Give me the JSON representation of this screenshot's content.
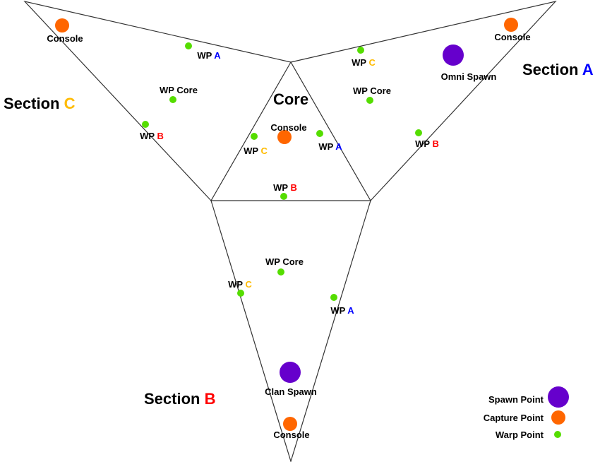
{
  "colors": {
    "section_a": "#0000ff",
    "section_b": "#ff0000",
    "section_c": "#ffbb00",
    "spawn": "#6600cc",
    "capture": "#ff6600",
    "warp": "#55dd00"
  },
  "sections": {
    "a": {
      "word": "Section",
      "letter": "A"
    },
    "b": {
      "word": "Section",
      "letter": "B"
    },
    "c": {
      "word": "Section",
      "letter": "C"
    },
    "core": "Core"
  },
  "labels": {
    "wp": "WP",
    "a": "A",
    "b": "B",
    "c": "C",
    "wp_core": "WP Core",
    "console": "Console",
    "omni_spawn": "Omni Spawn",
    "clan_spawn": "Clan Spawn"
  },
  "legend": {
    "spawn": "Spawn Point",
    "capture": "Capture Point",
    "warp": "Warp Point"
  }
}
